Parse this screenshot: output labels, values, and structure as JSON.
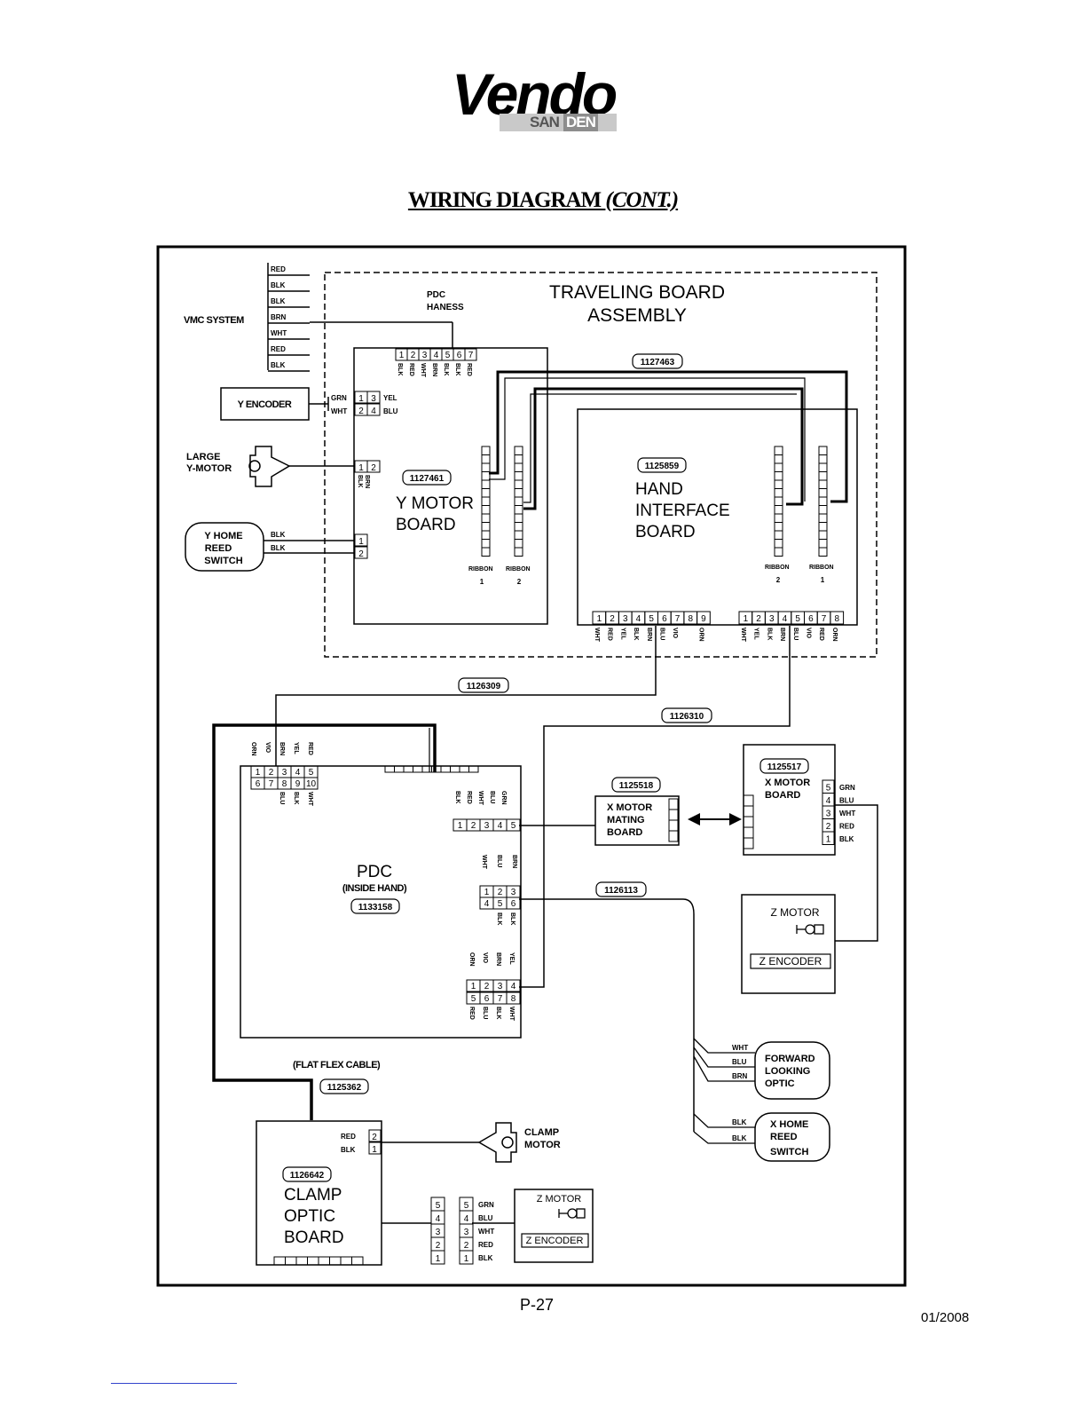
{
  "logo": {
    "brand": "Vendo",
    "sub_left": "SAN",
    "sub_right": "DEN"
  },
  "title": {
    "main": "WIRING DIAGRAM ",
    "italic": "(CONT.)"
  },
  "page_number": "P-27",
  "date": "01/2008",
  "vmc": {
    "label": "VMC SYSTEM",
    "wires": [
      "RED",
      "BLK",
      "BLK",
      "BRN",
      "WHT",
      "RED",
      "BLK"
    ]
  },
  "traveling": {
    "line1": "TRAVELING BOARD",
    "line2": "ASSEMBLY"
  },
  "pdc_harness": {
    "line1": "PDC",
    "line2": "HANESS"
  },
  "y_motor_board": {
    "part": "1127461",
    "line1": "Y MOTOR",
    "line2": "BOARD",
    "top_pins": [
      "1",
      "2",
      "3",
      "4",
      "5",
      "6",
      "7"
    ],
    "top_wires": [
      "BLK",
      "RED",
      "WHT",
      "BRN",
      "BLK",
      "BLK",
      "RED"
    ],
    "ribbon": "RIBBON",
    "ribbon1": "1",
    "ribbon2": "2"
  },
  "y_encoder": {
    "label": "Y ENCODER",
    "w1": "GRN",
    "w2": "WHT",
    "p1": "1",
    "p2": "2",
    "p3": "3",
    "p4": "4",
    "w3": "YEL",
    "w4": "BLU"
  },
  "large_y_motor": {
    "line1": "LARGE",
    "line2": "Y-MOTOR",
    "p1": "1",
    "p2": "2",
    "w1": "BLK",
    "w2": "BRN"
  },
  "y_home": {
    "line1": "Y HOME",
    "line2": "REED",
    "line3": "SWITCH",
    "w1": "BLK",
    "w2": "BLK",
    "p1": "1",
    "p2": "2"
  },
  "ribbon_cable": "1127463",
  "hand_interface": {
    "part": "1125859",
    "line1": "HAND",
    "line2": "INTERFACE",
    "line3": "BOARD",
    "ribbon2": "2",
    "ribbon1": "1",
    "conn_a_pins": [
      "1",
      "2",
      "3",
      "4",
      "5",
      "6",
      "7",
      "8",
      "9"
    ],
    "conn_a_wires": [
      "WHT",
      "RED",
      "YEL",
      "BLK",
      "BRN",
      "BLU",
      "VIO",
      "",
      "ORN"
    ],
    "conn_b_pins": [
      "1",
      "2",
      "3",
      "4",
      "5",
      "6",
      "7",
      "8"
    ],
    "conn_b_wires": [
      "WHT",
      "YEL",
      "BLK",
      "BRN",
      "BLU",
      "VIO",
      "RED",
      "ORN"
    ]
  },
  "harness_a": "1126309",
  "harness_b": "1126310",
  "pdc": {
    "line1": "PDC",
    "line2": "(INSIDE HAND)",
    "part": "1133158",
    "tl_top_wires": [
      "ORN",
      "VIO",
      "BRN",
      "YEL",
      "RED"
    ],
    "tl_row1": [
      "1",
      "2",
      "3",
      "4",
      "5"
    ],
    "tl_row2": [
      "6",
      "7",
      "8",
      "9",
      "10"
    ],
    "tl_bottom_wires": [
      "BLU",
      "BLK",
      "WHT"
    ],
    "r1_wires": [
      "BLK",
      "RED",
      "WHT",
      "BLU",
      "GRN"
    ],
    "r1_pins": [
      "1",
      "2",
      "3",
      "4",
      "5"
    ],
    "r2_top_wires": [
      "WHT",
      "BLU",
      "BRN"
    ],
    "r2_row1": [
      "1",
      "2",
      "3"
    ],
    "r2_row2": [
      "4",
      "5",
      "6"
    ],
    "r2_bottom_wires": [
      "BLK",
      "BLK"
    ],
    "r3_top_wires": [
      "ORN",
      "VIO",
      "BRN",
      "YEL"
    ],
    "r3_row1": [
      "1",
      "2",
      "3",
      "4"
    ],
    "r3_row2": [
      "5",
      "6",
      "7",
      "8"
    ],
    "r3_bottom_wires": [
      "RED",
      "BLU",
      "BLK",
      "WHT"
    ]
  },
  "x_mating": {
    "part": "1125518",
    "line1": "X MOTOR",
    "line2": "MATING",
    "line3": "BOARD"
  },
  "x_motor_board": {
    "part": "1125517",
    "line1": "X MOTOR",
    "line2": "BOARD",
    "pins": [
      "5",
      "4",
      "3",
      "2",
      "1"
    ],
    "wires": [
      "GRN",
      "BLU",
      "WHT",
      "RED",
      "BLK"
    ]
  },
  "z_motor_1": {
    "label": "Z MOTOR",
    "encoder": "Z ENCODER"
  },
  "harness_c": "1126113",
  "forward_optic": {
    "line1": "FORWARD",
    "line2": "LOOKING",
    "line3": "OPTIC",
    "wires": [
      "WHT",
      "BLU",
      "BRN"
    ]
  },
  "x_home": {
    "line1": "X HOME",
    "line2": "REED",
    "line3": "SWITCH",
    "wires": [
      "BLK",
      "BLK"
    ]
  },
  "flat_flex": {
    "label": "(FLAT FLEX CABLE)",
    "part": "1125362"
  },
  "clamp_board": {
    "part": "1126642",
    "line1": "CLAMP",
    "line2": "OPTIC",
    "line3": "BOARD",
    "w1": "RED",
    "w2": "BLK",
    "p1": "2",
    "p2": "1"
  },
  "clamp_motor": {
    "line1": "CLAMP",
    "line2": "MOTOR"
  },
  "bottom_conn": {
    "left_pins": [
      "5",
      "4",
      "3",
      "2",
      "1"
    ],
    "right_pins": [
      "5",
      "4",
      "3",
      "2",
      "1"
    ],
    "wires": [
      "GRN",
      "BLU",
      "WHT",
      "RED",
      "BLK"
    ]
  },
  "z_motor_2": {
    "label": "Z MOTOR",
    "encoder": "Z ENCODER"
  }
}
